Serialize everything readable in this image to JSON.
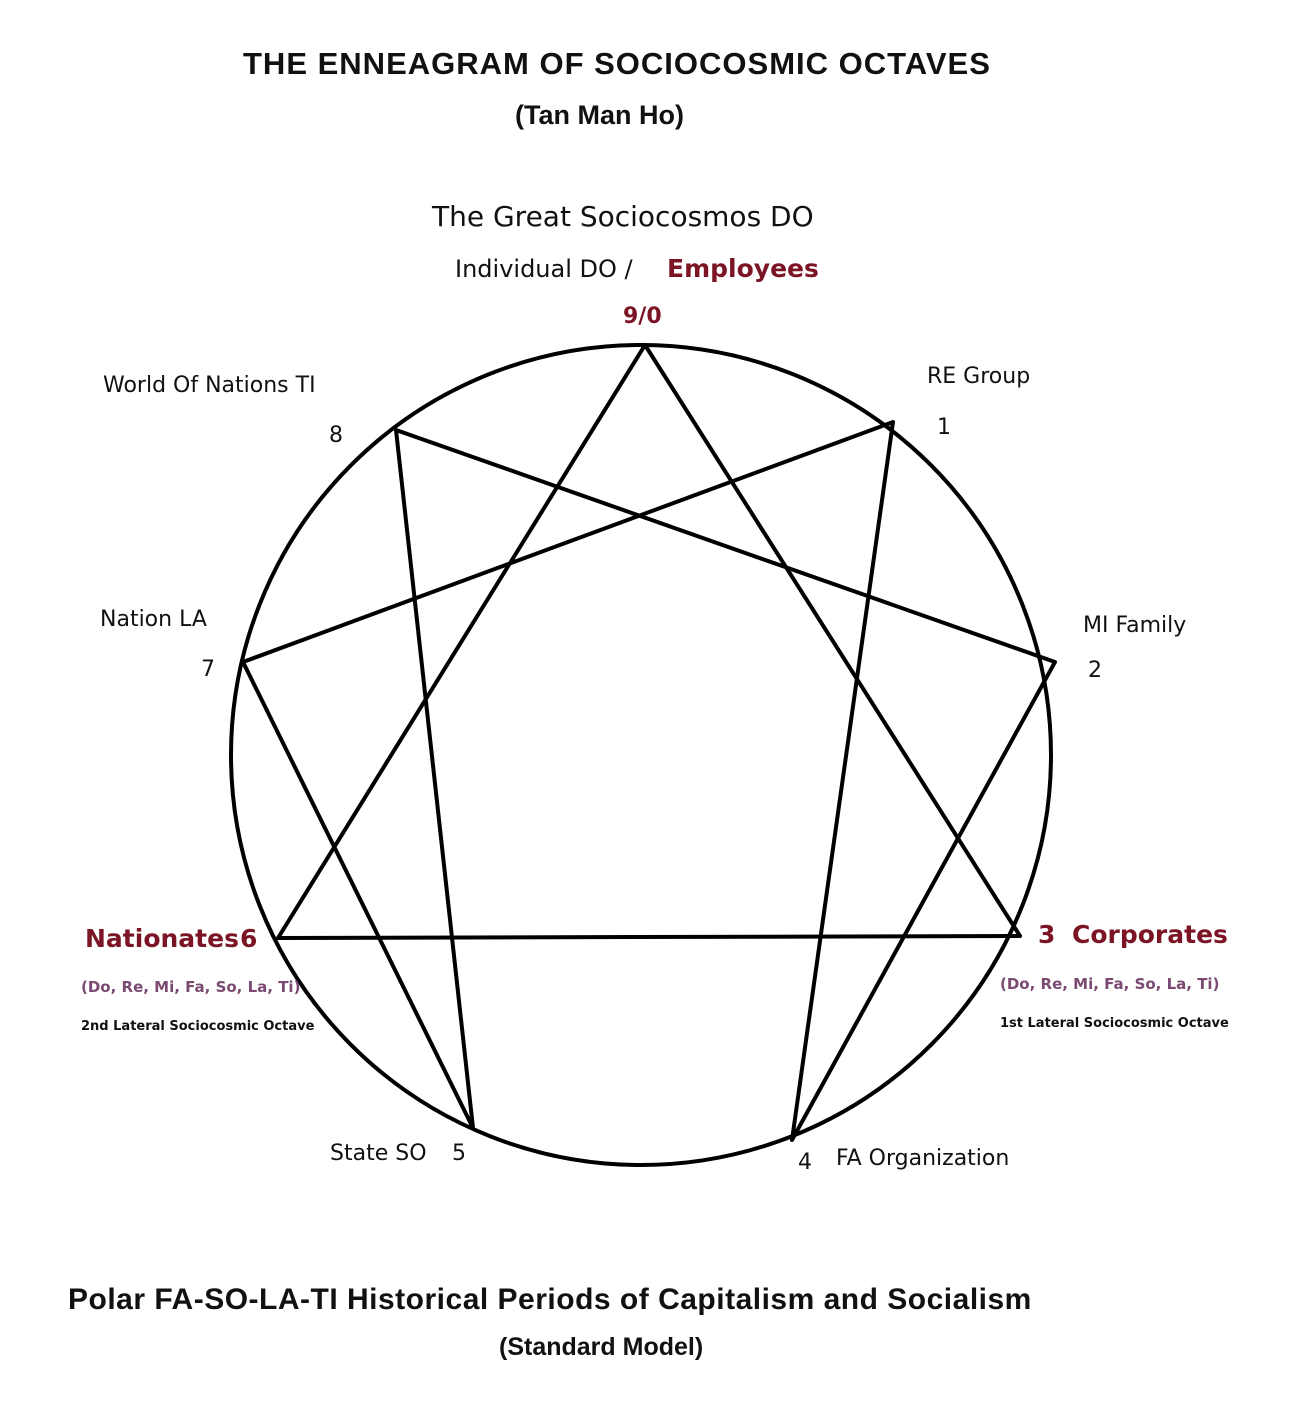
{
  "header": {
    "title": "THE ENNEAGRAM OF SOCIOCOSMIC OCTAVES",
    "author": "(Tan Man Ho)"
  },
  "top": {
    "great": "The Great Sociocosmos DO",
    "individual": "Individual DO /",
    "employees": "Employees",
    "point": "9/0"
  },
  "points": {
    "p1_label": "RE  Group",
    "p1": "1",
    "p2_label": "MI  Family",
    "p2": "2",
    "p3": "3",
    "p3_label": "Corporates",
    "p3_notes": "(Do, Re, Mi, Fa, So, La, Ti)",
    "p3_octave": "1st Lateral Sociocosmic Octave",
    "p4": "4",
    "p4_label": "FA  Organization",
    "p5_label": "State SO",
    "p5": "5",
    "p6_label": "Nationates",
    "p6": "6",
    "p6_notes": "(Do, Re, Mi, Fa, So, La, Ti)",
    "p6_octave": "2nd Lateral Sociocosmic Octave",
    "p7_label": "Nation  LA",
    "p7": "7",
    "p8_label": "World Of Nations   TI",
    "p8": "8"
  },
  "footer": {
    "title": "Polar  FA-SO-LA-TI Historical Periods of Capitalism and  Socialism",
    "subtitle": "(Standard Model)"
  },
  "colors": {
    "accent": "#7b1424",
    "notes": "#7a4a72",
    "line": "#000000"
  }
}
